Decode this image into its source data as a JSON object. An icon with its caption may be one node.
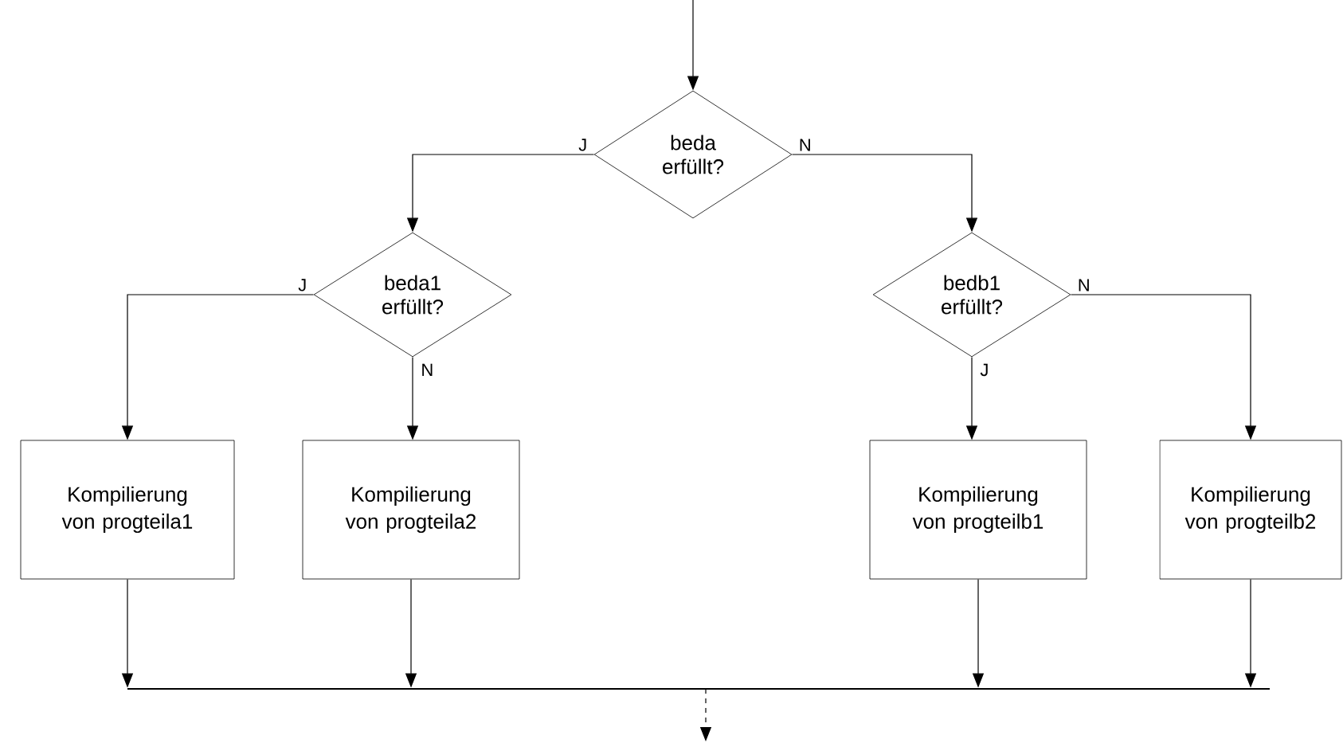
{
  "diagram": {
    "nodes": [
      {
        "text": [
          "beda erfüllt?"
        ]
      },
      {
        "text": [
          "beda1 erfüllt?"
        ]
      },
      {
        "text": [
          "bedb1 erfüllt?"
        ]
      },
      {
        "text": [
          "Kompilierung von progteila1"
        ]
      },
      {
        "text": [
          "Kompilierung von progteila2"
        ]
      },
      {
        "text": [
          "Kompilierung von progteilb1"
        ]
      },
      {
        "text": [
          "Kompilierung von progteilb2"
        ]
      },
      {
        "text": [],
        "shape": "bar"
      }
    ],
    "edges": [
      {
        "from": null,
        "to": 0,
        "arrow": "to"
      },
      {
        "from": 0,
        "to": 1,
        "arrow": "to",
        "label": "J"
      },
      {
        "from": 0,
        "to": 2,
        "arrow": "to",
        "label": "N"
      },
      {
        "from": 1,
        "to": 3,
        "arrow": "to",
        "label": "J"
      },
      {
        "from": 1,
        "to": 4,
        "arrow": "to",
        "label": "N"
      },
      {
        "from": 2,
        "to": 5,
        "arrow": "to",
        "label": "J"
      },
      {
        "from": 2,
        "to": 6,
        "arrow": "to",
        "label": "N"
      },
      {
        "from": 3,
        "to": 7,
        "arrow": "to"
      },
      {
        "from": 4,
        "to": 7,
        "arrow": "to"
      },
      {
        "from": 5,
        "to": 7,
        "arrow": "to"
      },
      {
        "from": 6,
        "to": 7,
        "arrow": "to"
      },
      {
        "from": 7,
        "to": null,
        "arrow": "to",
        "style": "dashed"
      }
    ]
  }
}
